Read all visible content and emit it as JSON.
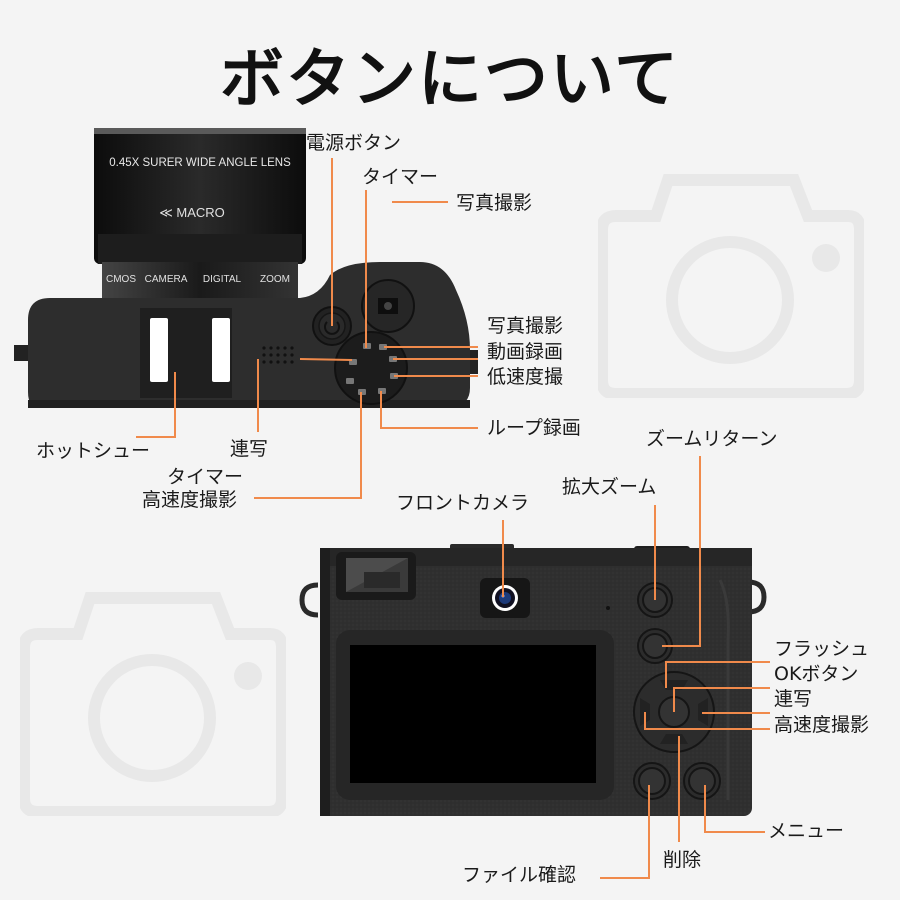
{
  "title": "ボタンについて",
  "colors": {
    "background": "#f4f4f4",
    "leader_line": "#f08a4b",
    "camera_body": "#2b2b2b",
    "screen": "#000000",
    "watermark": "#e9e9e9"
  },
  "lens": {
    "line1": "0.45X SURER WIDE ANGLE LENS",
    "line2": "≪ MACRO",
    "ring_labels": [
      "CMOS",
      "CAMERA",
      "DIGITAL",
      "ZOOM"
    ]
  },
  "top_view": {
    "labels": {
      "power_button": "電源ボタン",
      "timer_top": "タイマー",
      "shutter": "写真撮影",
      "dial_photo": "写真撮影",
      "dial_video": "動画録画",
      "dial_slow": "低速度撮",
      "dial_loop": "ループ録画",
      "hot_shoe": "ホットシュー",
      "burst": "連写",
      "timer_dial": "タイマー",
      "high_speed": "高速度撮影"
    }
  },
  "back_view": {
    "labels": {
      "front_camera": "フロントカメラ",
      "zoom_in": "拡大ズーム",
      "zoom_return": "ズームリターン",
      "flash": "フラッシュ",
      "ok_button": "OKボタン",
      "burst": "連写",
      "high_speed": "高速度撮影",
      "menu": "メニュー",
      "delete": "削除",
      "file_check": "ファイル確認"
    }
  }
}
